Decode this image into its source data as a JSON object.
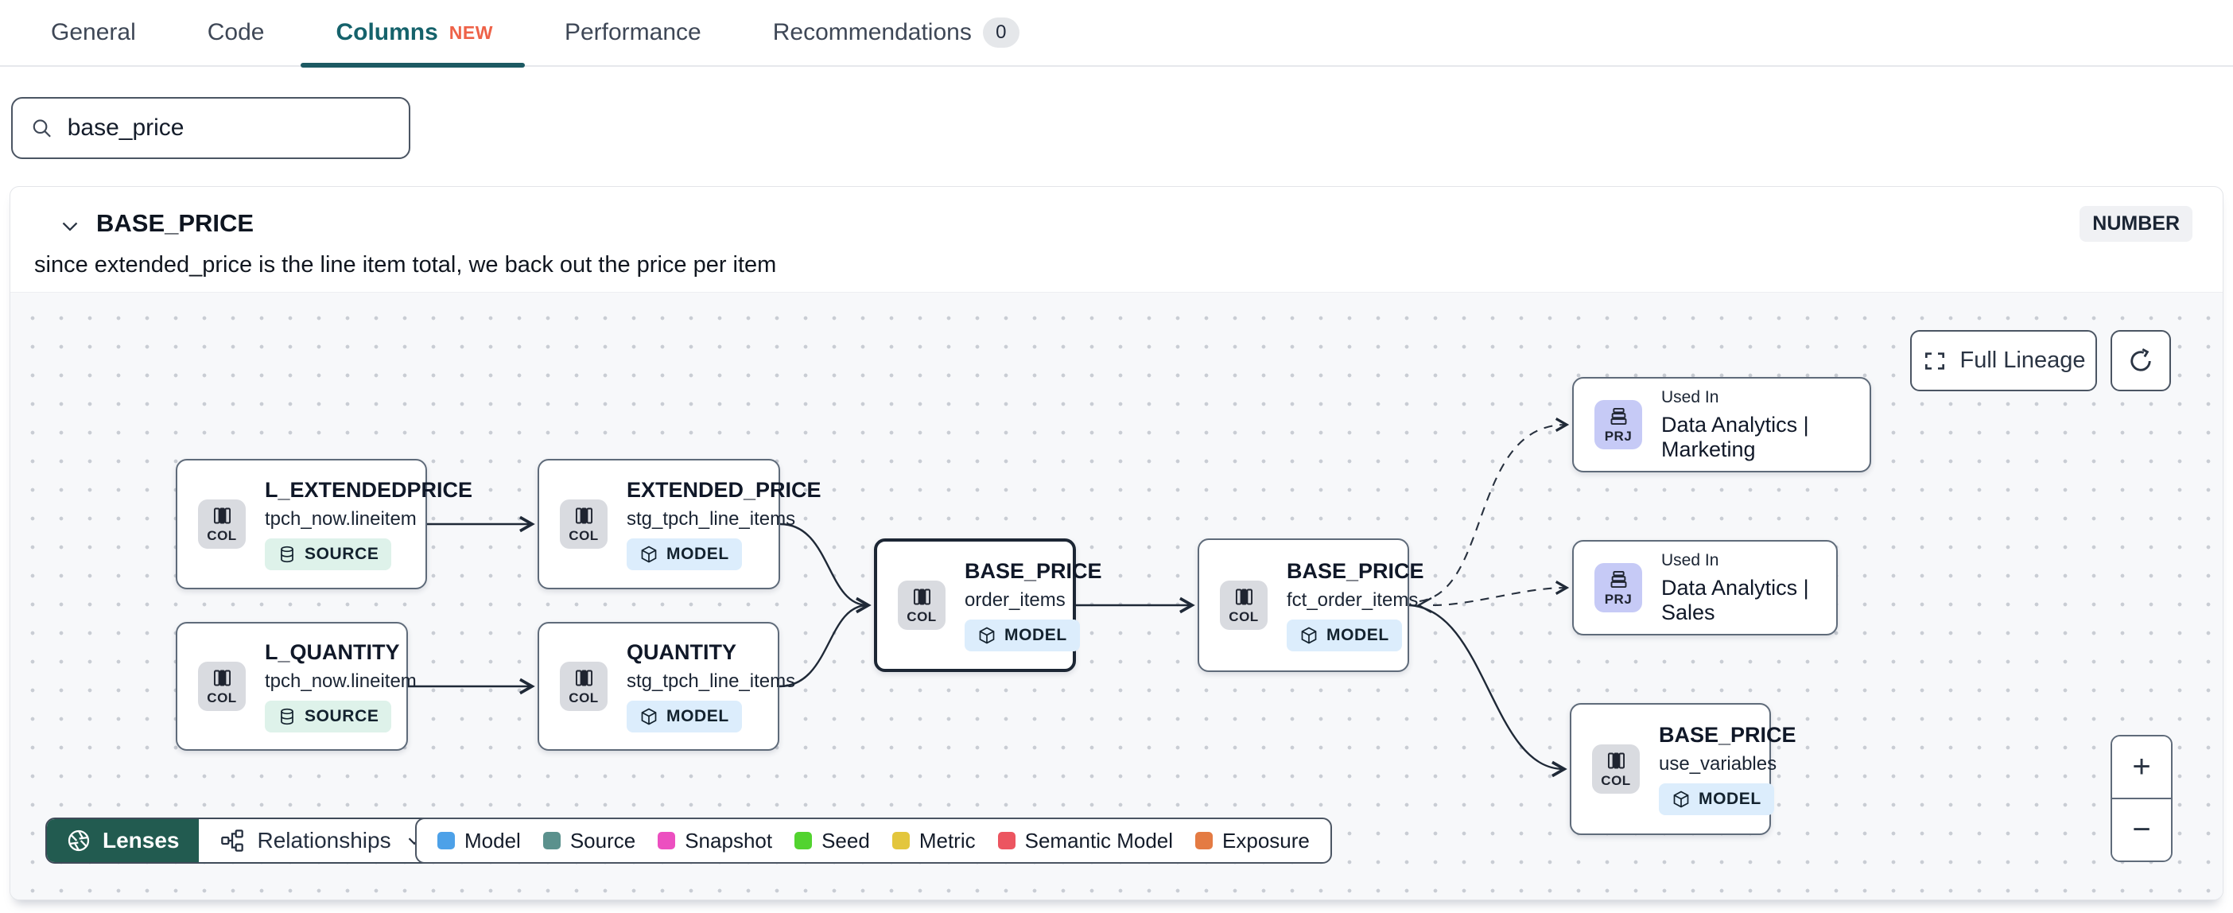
{
  "tabs": {
    "general": "General",
    "code": "Code",
    "columns": "Columns",
    "columns_badge": "NEW",
    "performance": "Performance",
    "recommendations": "Recommendations",
    "recommendations_count": "0"
  },
  "search": {
    "value": "base_price"
  },
  "column": {
    "name": "BASE_PRICE",
    "type": "NUMBER",
    "description": "since extended_price is the line item total, we back out the price per item"
  },
  "lineage": {
    "full_lineage_label": "Full Lineage",
    "lenses_label": "Lenses",
    "relationships_label": "Relationships",
    "zoom_in": "+",
    "zoom_out": "−",
    "nodes": [
      {
        "title": "L_EXTENDEDPRICE",
        "subtitle": "tpch_now.lineitem",
        "tile": "COL",
        "badge": "SOURCE"
      },
      {
        "title": "EXTENDED_PRICE",
        "subtitle": "stg_tpch_line_items",
        "tile": "COL",
        "badge": "MODEL"
      },
      {
        "title": "L_QUANTITY",
        "subtitle": "tpch_now.lineitem",
        "tile": "COL",
        "badge": "SOURCE"
      },
      {
        "title": "QUANTITY",
        "subtitle": "stg_tpch_line_items",
        "tile": "COL",
        "badge": "MODEL"
      },
      {
        "title": "BASE_PRICE",
        "subtitle": "order_items",
        "tile": "COL",
        "badge": "MODEL"
      },
      {
        "title": "BASE_PRICE",
        "subtitle": "fct_order_items",
        "tile": "COL",
        "badge": "MODEL"
      },
      {
        "eyebrow": "Used In",
        "title": "Data Analytics | Marketing",
        "tile": "PRJ"
      },
      {
        "eyebrow": "Used In",
        "title": "Data Analytics | Sales",
        "tile": "PRJ"
      },
      {
        "title": "BASE_PRICE",
        "subtitle": "use_variables",
        "tile": "COL",
        "badge": "MODEL"
      }
    ],
    "legend": [
      {
        "label": "Model",
        "color": "#4DA1E8"
      },
      {
        "label": "Source",
        "color": "#5B918D"
      },
      {
        "label": "Snapshot",
        "color": "#EC4FC0"
      },
      {
        "label": "Seed",
        "color": "#52D32F"
      },
      {
        "label": "Metric",
        "color": "#E3C63D"
      },
      {
        "label": "Semantic Model",
        "color": "#EC5560"
      },
      {
        "label": "Exposure",
        "color": "#E47B43"
      }
    ]
  },
  "colors": {
    "active_tab": "#15626B",
    "new_badge": "#EE6248",
    "lenses_button": "#225B50",
    "model_badge_bg": "#DCEDFC",
    "source_badge_bg": "#DEF2EA",
    "prj_tile_bg": "#C6CAF6",
    "col_tile_bg": "#D9DBE0"
  }
}
